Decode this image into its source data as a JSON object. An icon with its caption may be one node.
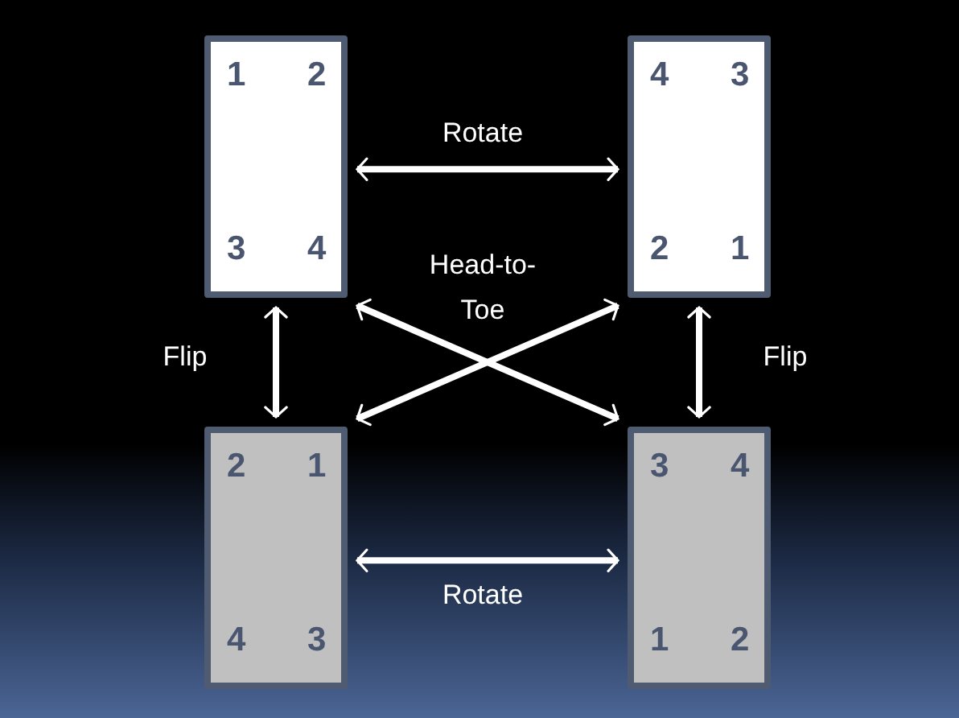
{
  "diagram": {
    "nodes": [
      {
        "text": [
          "1",
          "2",
          "3",
          "4"
        ]
      },
      {
        "text": [
          "4",
          "3",
          "2",
          "1"
        ]
      },
      {
        "text": [
          "2",
          "1",
          "4",
          "3"
        ]
      },
      {
        "text": [
          "3",
          "4",
          "1",
          "2"
        ]
      }
    ],
    "edges": [
      {
        "from": 0,
        "to": 1,
        "arrow": "both",
        "label": "Rotate"
      },
      {
        "from": 0,
        "to": 2,
        "arrow": "both",
        "label": "Flip"
      },
      {
        "from": 1,
        "to": 3,
        "arrow": "both",
        "label": "Flip"
      },
      {
        "from": 0,
        "to": 3,
        "arrow": "both",
        "label": "Head-to-Toe"
      },
      {
        "from": 1,
        "to": 2,
        "arrow": "both"
      },
      {
        "from": 2,
        "to": 3,
        "arrow": "both",
        "label": "Rotate"
      }
    ]
  }
}
